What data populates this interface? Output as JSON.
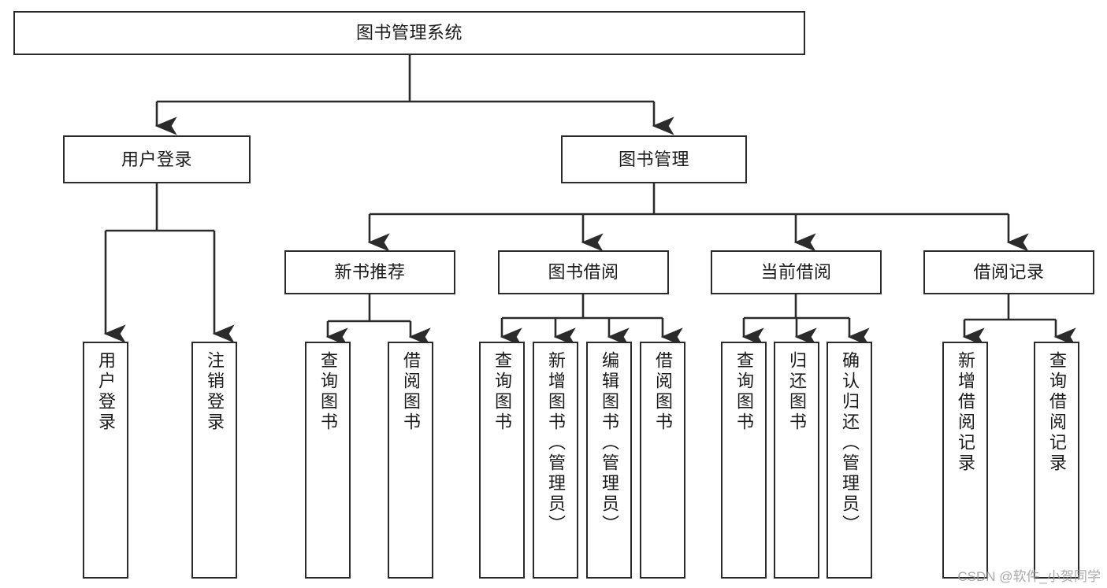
{
  "diagram": {
    "type": "tree-hierarchy",
    "title": "图书管理系统",
    "root": {
      "label": "图书管理系统"
    },
    "level2": [
      {
        "label": "用户登录"
      },
      {
        "label": "图书管理"
      }
    ],
    "level3": [
      {
        "label": "新书推荐"
      },
      {
        "label": "图书借阅"
      },
      {
        "label": "当前借阅"
      },
      {
        "label": "借阅记录"
      }
    ],
    "leaves_user_login": [
      {
        "label": "用户登录"
      },
      {
        "label": "注销登录"
      }
    ],
    "leaves_new_book": [
      {
        "label": "查询图书"
      },
      {
        "label": "借阅图书"
      }
    ],
    "leaves_borrow": [
      {
        "label": "查询图书"
      },
      {
        "label": "新增图书（管理员）"
      },
      {
        "label": "编辑图书（管理员）"
      },
      {
        "label": "借阅图书"
      }
    ],
    "leaves_current": [
      {
        "label": "查询图书"
      },
      {
        "label": "归还图书"
      },
      {
        "label": "确认归还（管理员）"
      }
    ],
    "leaves_record": [
      {
        "label": "新增借阅记录"
      },
      {
        "label": "查询借阅记录"
      }
    ],
    "watermark": "CSDN @软件_小贺同学",
    "colors": {
      "stroke": "#2b2b2b",
      "fill": "#ffffff",
      "text": "#1b1b1b",
      "watermark": "#9b9b9b"
    }
  }
}
